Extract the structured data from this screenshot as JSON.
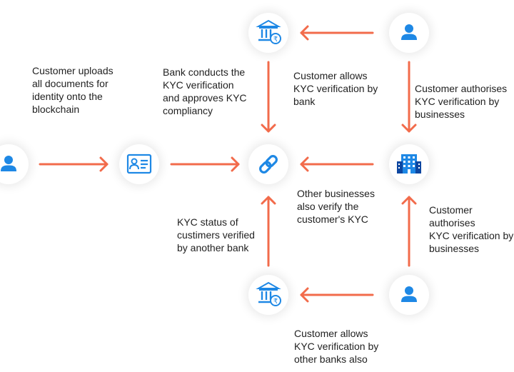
{
  "colors": {
    "arrow": "#F26B4B",
    "icon": "#1E88E5",
    "icon_dark": "#0D47A1",
    "text": "#1F1F1F"
  },
  "nodes": {
    "customer_left": {
      "icon": "person-icon"
    },
    "id_card": {
      "icon": "id-card-icon"
    },
    "blockchain": {
      "icon": "link-chain-icon"
    },
    "bank_top": {
      "icon": "bank-rupee-icon"
    },
    "customer_top": {
      "icon": "person-icon"
    },
    "businesses": {
      "icon": "office-building-icon"
    },
    "bank_bottom": {
      "icon": "bank-rupee-icon"
    },
    "customer_bottom": {
      "icon": "person-icon"
    }
  },
  "labels": {
    "upload": "Customer uploads\nall documents for\nidentity onto the\nblockchain",
    "bank_verify": "Bank conducts the\nKYC verification\nand approves KYC\ncompliancy",
    "allow_bank": "Customer allows\nKYC verification by\nbank",
    "authorise_top": "Customer authorises\nKYC verification by\nbusinesses",
    "other_businesses": "Other businesses\nalso verify the\ncustomer's KYC",
    "authorise_bottom": "Customer authorises\nKYC verification by\nbusinesses",
    "status_other_bank": "KYC status of\ncustimers verified\nby another bank",
    "allow_other_banks": "Customer allows\nKYC verification by\nother banks also"
  }
}
